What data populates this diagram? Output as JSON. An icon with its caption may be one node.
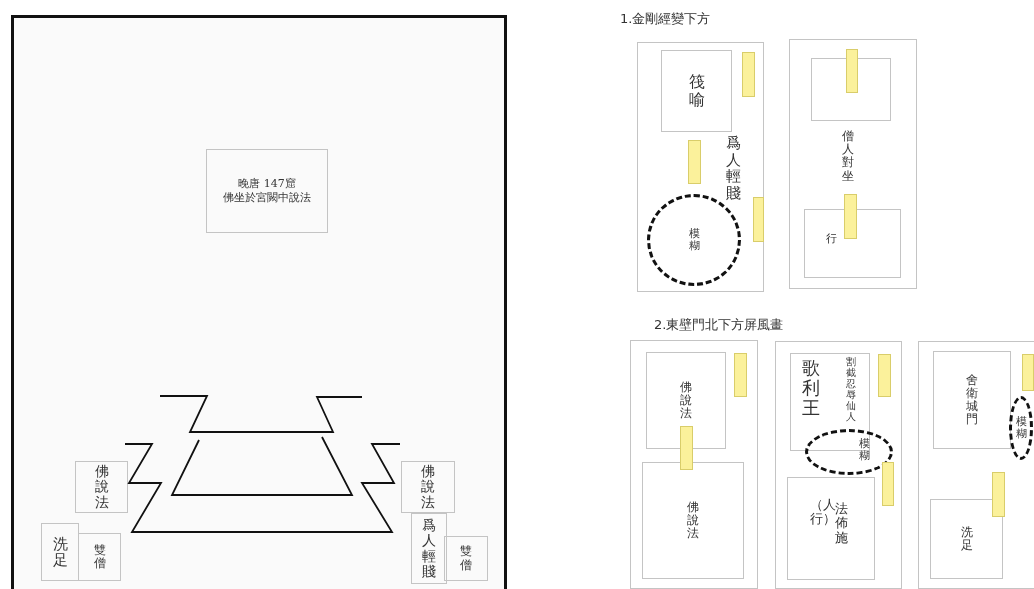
{
  "diagram": {
    "nodes": [
      {
        "text": [],
        "shape": "box"
      },
      {
        "text": [
          "晚唐 147窟",
          "佛坐於宮闕中說法"
        ],
        "in": 0
      },
      {
        "text": [
          "佛說法"
        ],
        "in": 0
      },
      {
        "text": [
          "洗足"
        ],
        "in": 0
      },
      {
        "text": [
          "雙僧"
        ],
        "in": 0
      },
      {
        "text": [
          "佛說法"
        ],
        "in": 0
      },
      {
        "text": [
          "爲人輕賤"
        ],
        "in": 0
      },
      {
        "text": [
          "雙僧"
        ],
        "in": 0
      },
      {
        "text": [
          "爲人輕賤"
        ]
      },
      {
        "text": [
          "筏喻"
        ],
        "in": 8
      },
      {
        "text": [],
        "shape": "bar",
        "in": 8
      },
      {
        "text": [],
        "shape": "bar",
        "in": 8
      },
      {
        "text": [],
        "shape": "bar",
        "in": 8
      },
      {
        "text": [
          "模糊"
        ],
        "in": 8
      },
      {
        "text": [
          "僧人對坐"
        ]
      },
      {
        "text": [],
        "shape": "box",
        "in": 14
      },
      {
        "text": [],
        "shape": "bar",
        "in": 14
      },
      {
        "text": [
          "行"
        ],
        "in": 14
      },
      {
        "text": [],
        "shape": "bar",
        "in": 14
      },
      {
        "text": [],
        "shape": "box"
      },
      {
        "text": [
          "佛說法"
        ],
        "in": 19
      },
      {
        "text": [],
        "shape": "bar",
        "in": 19
      },
      {
        "text": [],
        "shape": "bar",
        "in": 19
      },
      {
        "text": [
          "佛說法"
        ],
        "in": 19
      },
      {
        "text": [],
        "shape": "box"
      },
      {
        "text": [
          "歌利王",
          "割截忍辱仙人"
        ],
        "in": 24
      },
      {
        "text": [],
        "shape": "bar",
        "in": 24
      },
      {
        "text": [
          "模糊"
        ],
        "in": 24
      },
      {
        "text": [],
        "shape": "bar",
        "in": 24
      },
      {
        "text": [
          "（人行）",
          "法佈施"
        ],
        "in": 24
      },
      {
        "text": [],
        "shape": "box"
      },
      {
        "text": [
          "舍衛城門"
        ],
        "in": 30
      },
      {
        "text": [],
        "shape": "bar",
        "in": 30
      },
      {
        "text": [
          "模糊"
        ],
        "in": 30
      },
      {
        "text": [],
        "shape": "bar",
        "in": 30
      },
      {
        "text": [
          "洗足"
        ],
        "in": 30
      }
    ],
    "labels": [
      "1.金剛經變下方",
      "2.東壁門北下方屏風畫"
    ]
  }
}
